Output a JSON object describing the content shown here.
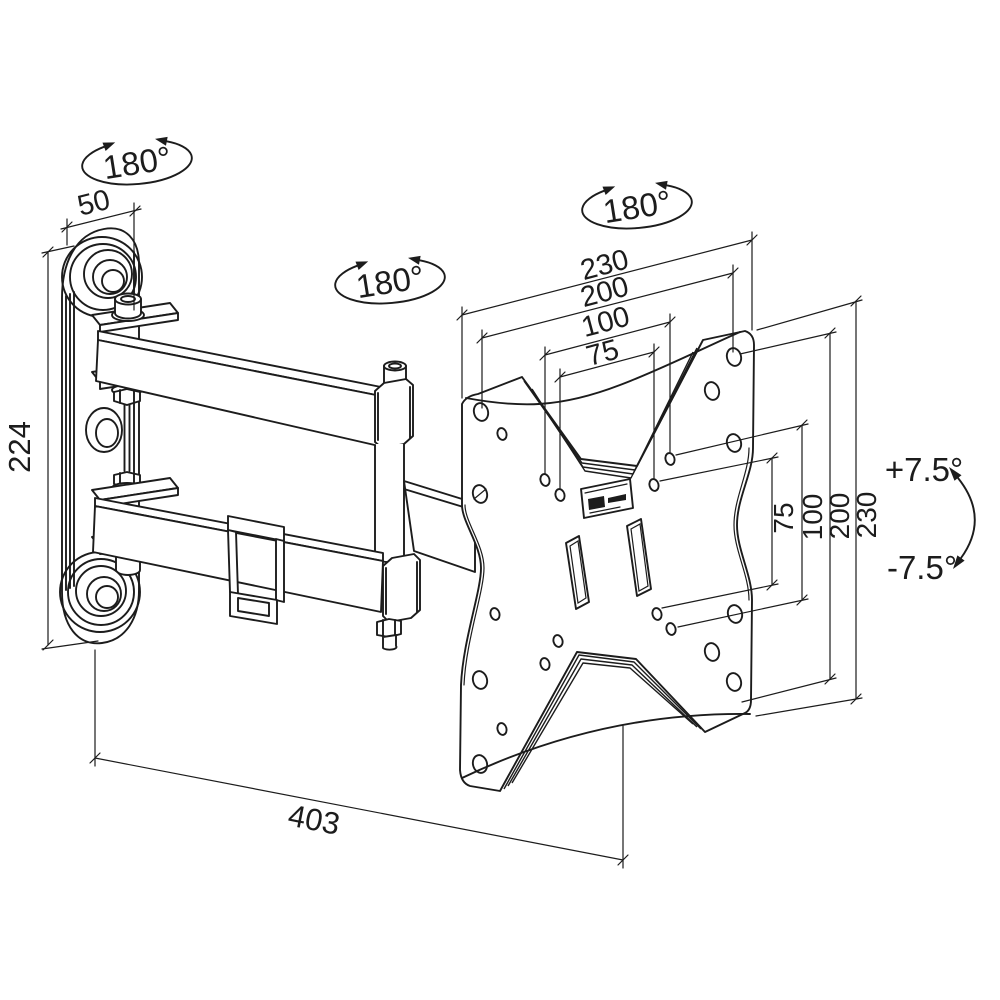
{
  "colors": {
    "line": "#1c1c1c",
    "background": "#ffffff"
  },
  "labels": {
    "swivel_left": "180°",
    "swivel_mid": "180°",
    "swivel_right": "180°",
    "tilt_up": "+7.5°",
    "tilt_down": "-7.5°",
    "wall_width": "50",
    "wall_height": "224",
    "reach": "403",
    "top_dims": [
      "230",
      "200",
      "100",
      "75"
    ],
    "right_dims": [
      "75",
      "100",
      "200",
      "230"
    ]
  }
}
